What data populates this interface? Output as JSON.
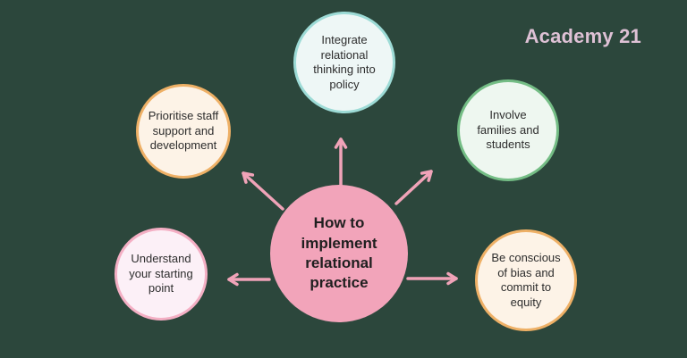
{
  "colors": {
    "background": "#2c473c",
    "arrow": "#f0a3b8",
    "node_text": "#2d2d2d",
    "center_text": "#1f1f1f",
    "logo_text": "#dec1d5"
  },
  "brand": {
    "name": "Academy 21"
  },
  "diagram": {
    "type": "radial-mind-map",
    "center": {
      "label": "How to\nimplement\nrelational\npractice",
      "fill": "#f2a4ba"
    },
    "nodes": [
      {
        "id": "integrate-policy",
        "position": "top",
        "label": "Integrate\nrelational\nthinking into\npolicy",
        "border": "#9ddbd6",
        "fill": "#eef7f6"
      },
      {
        "id": "prioritise-staff",
        "position": "top-left",
        "label": "Prioritise staff\nsupport and\ndevelopment",
        "border": "#eeb066",
        "fill": "#fdf3e7"
      },
      {
        "id": "involve-families",
        "position": "top-right",
        "label": "Involve\nfamilies and\nstudents",
        "border": "#74bd85",
        "fill": "#eef7f0"
      },
      {
        "id": "understand-starting-point",
        "position": "bottom-left",
        "label": "Understand\nyour starting\npoint",
        "border": "#f4afc4",
        "fill": "#fcf0f7"
      },
      {
        "id": "bias-equity",
        "position": "bottom-right",
        "label": "Be conscious\nof bias and\ncommit to\nequity",
        "border": "#eeb066",
        "fill": "#fdf3e7"
      }
    ]
  }
}
